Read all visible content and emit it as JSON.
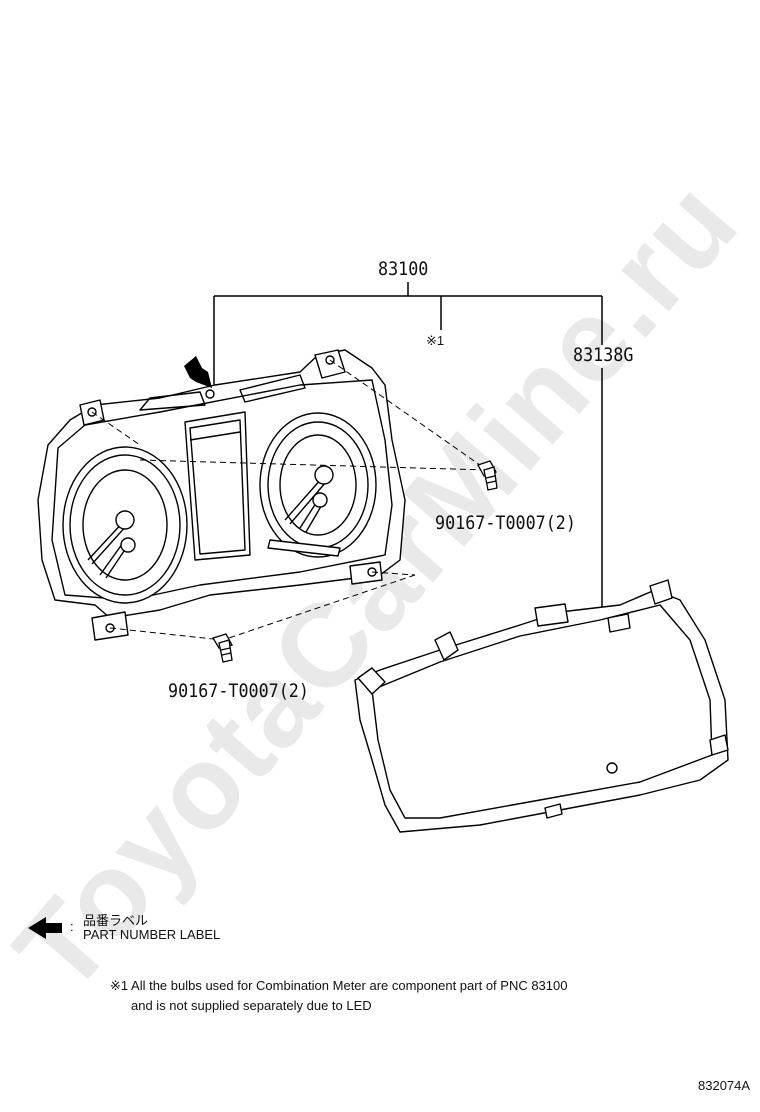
{
  "parts": {
    "main_assembly": "83100",
    "note_marker": "※1",
    "lens_cover": "83138G",
    "screw_upper": "90167-T0007(2)",
    "screw_lower": "90167-T0007(2)"
  },
  "legend": {
    "label_jp": "品番ラベル",
    "label_en": "PART NUMBER LABEL",
    "colon": ":"
  },
  "footnote": {
    "line1": "※1 All the bulbs used for Combination Meter are component part of PNC 83100",
    "line2": "and is not supplied separately due to LED"
  },
  "diagram_id": "832074A",
  "watermark": "ToyotaCarMine.ru"
}
